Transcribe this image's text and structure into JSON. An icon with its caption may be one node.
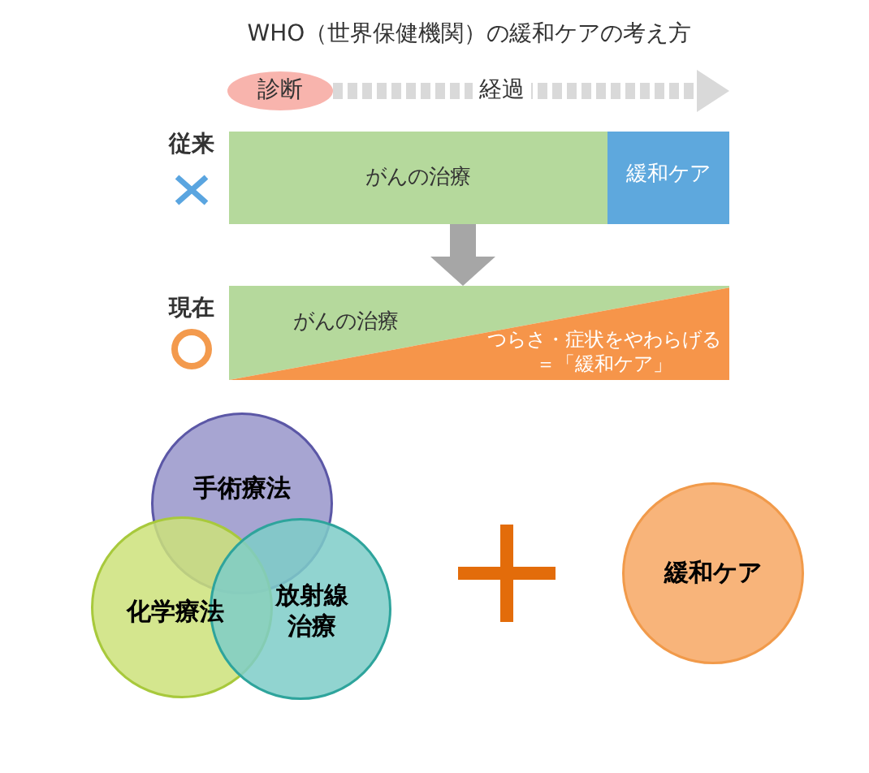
{
  "diagram": {
    "title": "WHO（世界保健機関）の緩和ケアの考え方",
    "nodes": [
      {
        "text": [
          "診断"
        ]
      },
      {
        "text": [
          "がんの治療"
        ],
        "beside": [
          "従来"
        ]
      },
      {
        "text": [
          "緩和ケア"
        ]
      },
      {
        "text": [
          "がんの治療",
          "つらさ・症状をやわらげる＝「緩和ケア」"
        ],
        "beside": [
          "現在"
        ]
      },
      {
        "text": [
          "手術療法"
        ]
      },
      {
        "text": [
          "化学療法"
        ]
      },
      {
        "text": [
          "放射線治療"
        ]
      },
      {
        "text": [
          "緩和ケア"
        ]
      }
    ],
    "edges": [
      {
        "from": 0,
        "to": 2,
        "arrow": "to",
        "label": "経過",
        "style": "dashed",
        "color": "#d9d9d9"
      },
      {
        "from": 1,
        "to": 3,
        "arrow": "to",
        "color": "#a6a6a6"
      }
    ]
  }
}
